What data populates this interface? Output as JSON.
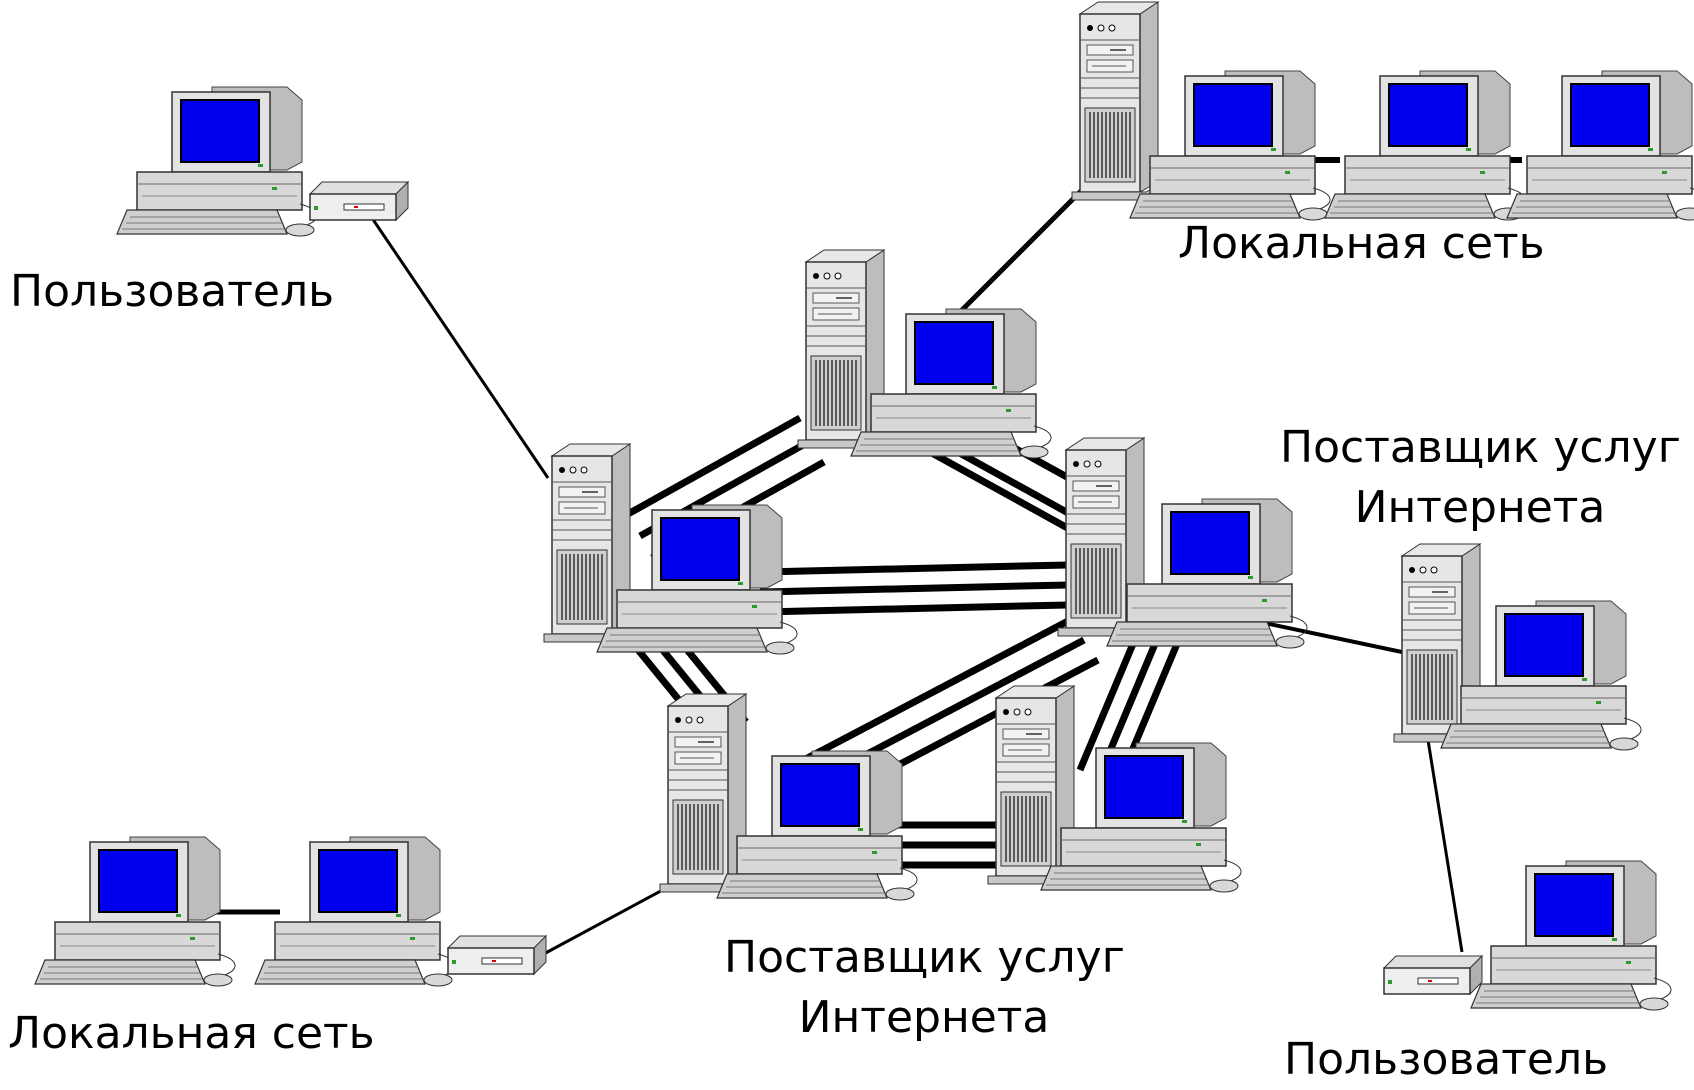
{
  "labels": {
    "user_top_left": "Пользователь",
    "lan_top_right": "Локальная сеть",
    "isp_right_line1": "Поставщик услуг",
    "isp_right_line2": "Интернета",
    "isp_bottom_line1": "Поставщик услуг",
    "isp_bottom_line2": "Интернета",
    "lan_bottom_left": "Локальная сеть",
    "user_bottom_right": "Пользователь"
  },
  "colors": {
    "screen": "#0000ee",
    "case": "#d8d8d8",
    "case_light": "#efefef",
    "case_dark": "#9a9a9a",
    "cable": "#000000"
  },
  "icons": [
    "server-tower-icon",
    "desktop-computer-icon",
    "modem-icon"
  ]
}
